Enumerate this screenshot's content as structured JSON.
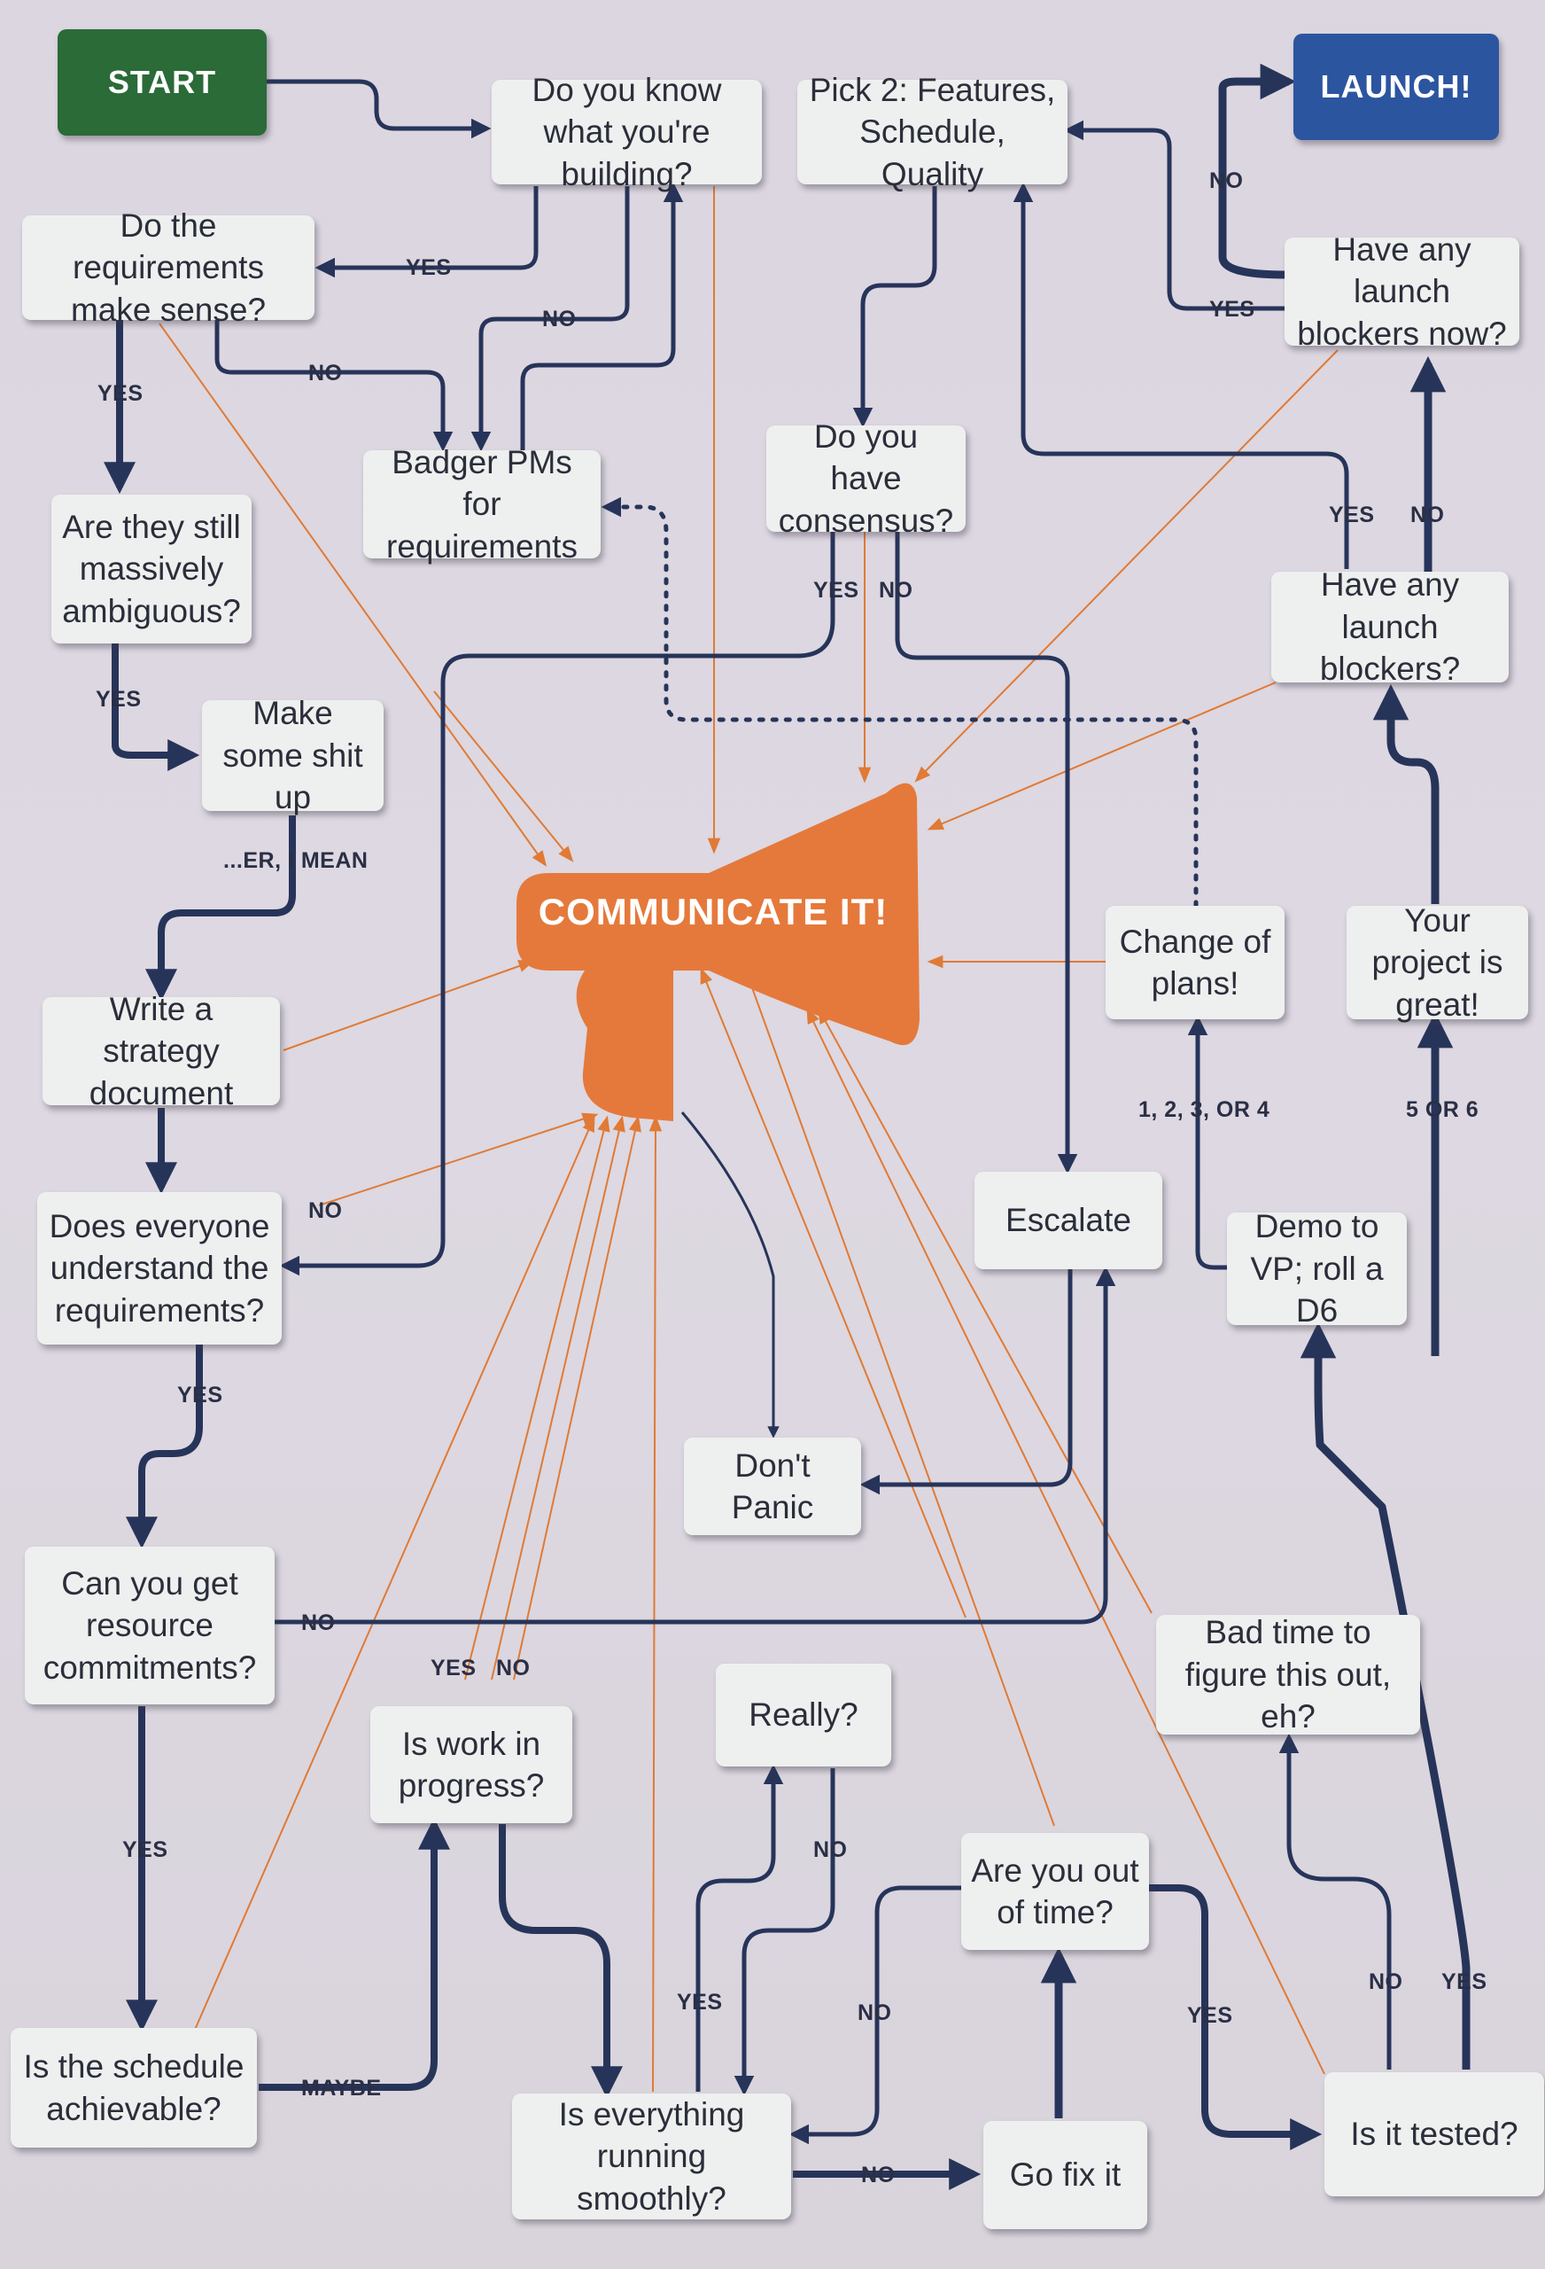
{
  "nodes": {
    "start": "START",
    "launch": "LAUNCH!",
    "know_building": "Do you know what you're building?",
    "pick2": "Pick 2: Features, Schedule, Quality",
    "req_sense": "Do the requirements make sense?",
    "launch_blockers_now": "Have any launch blockers now?",
    "badger": "Badger PMs for requirements",
    "consensus": "Do you have consensus?",
    "ambiguous": "Are they still massively ambiguous?",
    "launch_blockers": "Have any launch blockers?",
    "make_up": "Make some shit up",
    "communicate": "COMMUNICATE IT!",
    "strategy": "Write a strategy document",
    "change_plans": "Change of plans!",
    "project_great": "Your project is great!",
    "escalate": "Escalate",
    "understand": "Does everyone understand the requirements?",
    "demo": "Demo to VP; roll a D6",
    "dont_panic": "Don't Panic",
    "resource": "Can you get resource commitments?",
    "bad_time": "Bad time to figure this out, eh?",
    "work_progress": "Is work in progress?",
    "really": "Really?",
    "out_of_time": "Are you out of time?",
    "schedule": "Is the schedule achievable?",
    "smoothly": "Is everything running smoothly?",
    "fix": "Go fix it",
    "tested": "Is it tested?"
  },
  "labels": {
    "yes_req": "YES",
    "no_badger1": "NO",
    "no_badger2": "NO",
    "no_launch": "NO",
    "yes_pick2": "YES",
    "yes_ambig": "YES",
    "yes_makeup": "YES",
    "yes_cons": "YES",
    "no_cons": "NO",
    "yes_lb": "YES",
    "no_lb": "NO",
    "er_mean": "...ER, I MEAN",
    "no_understand": "NO",
    "d6_low": "1, 2, 3, OR 4",
    "d6_high": "5 OR 6",
    "yes_understand": "YES",
    "no_resource": "NO",
    "yes_wip": "YES",
    "no_wip": "NO",
    "yes_resource": "YES",
    "no_really": "NO",
    "yes_really": "YES",
    "no_time": "NO",
    "yes_time": "YES",
    "no_tested": "NO",
    "yes_tested": "YES",
    "maybe": "MAYBE",
    "no_smooth": "NO"
  },
  "colors": {
    "flow": "#27345a",
    "accent": "#e07a35",
    "start": "#2a6b38",
    "launch": "#2c55a0",
    "background": "#ddd7e0"
  }
}
